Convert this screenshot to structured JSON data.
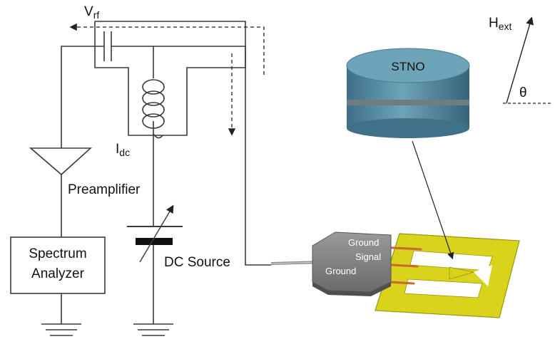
{
  "labels": {
    "vrf_main": "V",
    "vrf_sub": "rf",
    "idc_main": "I",
    "idc_sub": "dc",
    "preamplifier": "Preamplifier",
    "spectrum_line1": "Spectrum",
    "spectrum_line2": "Analyzer",
    "dc_source": "DC Source",
    "stno": "STNO",
    "hext_main": "H",
    "hext_sub": "ext",
    "theta": "θ",
    "probe_ground_top": "Ground",
    "probe_signal": "Signal",
    "probe_ground_bottom": "Ground"
  },
  "colors": {
    "wire": "#3a3a3a",
    "stno_top": "#5f93a8",
    "stno_side": "#4d8099",
    "stno_band": "#6f7b80",
    "probe_body": "#8a8a8a",
    "probe_dark": "#5c5c5c",
    "pad_yellow": "#d9d31c",
    "pad_edge": "#9a9410",
    "probe_tip": "#d2733a"
  }
}
